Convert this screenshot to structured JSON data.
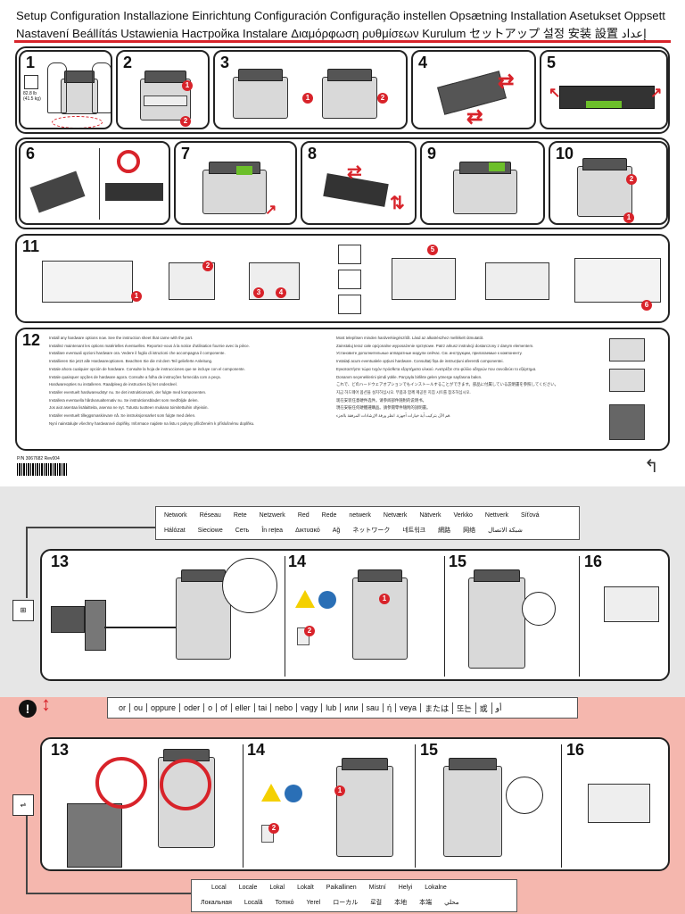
{
  "header": {
    "languages_line1": "Setup  Configuration  Installazione  Einrichtung  Configuración  Configuração  instellen  Opsætning  Installation  Asetukset  Oppsett",
    "languages_line2": "Nastavení  Beállítás  Ustawienia  Настройка  Instalare  Διαμόρφωση ρυθμίσεων  Kurulum  セットアップ  설정  安装  設置  إعداد"
  },
  "steps_top": [
    {
      "n": "1",
      "weight": "82.8 lb (41.5 kg)"
    },
    {
      "n": "2"
    },
    {
      "n": "3"
    },
    {
      "n": "4"
    },
    {
      "n": "5"
    },
    {
      "n": "6"
    },
    {
      "n": "7"
    },
    {
      "n": "8"
    },
    {
      "n": "9"
    },
    {
      "n": "10"
    },
    {
      "n": "11"
    },
    {
      "n": "12"
    }
  ],
  "step12_text_left": [
    "Install any hardware options now. See the instruction sheet that came with the part.",
    "Installez maintenant les options matérielles éventuelles. Reportez-vous à la notice d'utilisation fournie avec la pièce.",
    "Installare eventuali opzioni hardware ora. Vedere il foglio di istruzioni che accompagna il componente.",
    "Installieren Sie jetzt alle Hardwareoptionen. Beachten Sie die mit dem Teil gelieferte Anleitung.",
    "Instale ahora cualquier opción de hardware. Consulte la hoja de instrucciones que se incluye con el componente.",
    "Instale quaisquer opções de hardware agora. Consulte a folha de instruções fornecida com a peça.",
    "Hardwareopties nu installeren. Raadpleeg de instructies bij het onderdeel.",
    "Installer eventuelt hardwareudstyr nu. Se det instruktionsark, der fulgte med komponenten.",
    "Installera eventuella hårdvarualternativ nu. Se instruktionsbladet som medföljde delen.",
    "Jos aiot asentaa lisälaitteita, asenna ne nyt. Tutustu tuotteen mukana toimitettuihin ohjeisiin.",
    "Installer eventuelt tilleggsmaskinvare nå. Se instruksjonsarket som fulgte med delen.",
    "Nyní nainstalujte všechny hardwarové doplňky. Informace najdete na listu s pokyny přiloženém k příslušnému doplňku."
  ],
  "step12_text_right": [
    "Most telepítsen minden hardverkiegészítőt. Lásd az alkatrészhez mellékelt útmutatót.",
    "Zainstaluj teraz całe opcjonalne wyposażenie sprzętowe. Patrz arkusz instrukcji dostarczony z danym elementem.",
    "Установите дополнительные аппаратные модули сейчас. См. инструкции, прилагаемые к компоненту.",
    "Instalați acum eventualele opțiuni hardware. Consultați fișa de instrucțiuni aferentă componentei.",
    "Εγκαταστήστε τώρα τυχόν πρόσθετα εξαρτήματα υλικού. Ανατρέξτε στο φύλλο οδηγιών που συνοδεύει το εξάρτημα.",
    "Donanım seçeneklerini şimdi yükle. Parçayla birlikte gelen yönerge sayfasına bakın.",
    "これで、どのハードウェアオプションでもインストールすることができます。部品に付属している説明書を参照してください。",
    "지금 하드웨어 옵션을 설치하십시오. 부품과 함께 제공된 지침 시트를 참조하십시오.",
    "现在安装任意硬件选件。请参阅部件随附的说明书。",
    "現在安裝任何硬體選購品。請參閱零件隨附的說明書。",
    "قم الآن بتركيب أية خيارات أجهزة. انظر ورقة الإرشادات المرفقة بالجزء."
  ],
  "part_number": "P/N 3067682  Rev004",
  "network": {
    "line1": [
      "Network",
      "Réseau",
      "Rete",
      "Netzwerk",
      "Red",
      "Rede",
      "netwerk",
      "Netværk",
      "Nätverk",
      "Verkko",
      "Nettverk",
      "Síťová"
    ],
    "line2": [
      "Hálózat",
      "Sieciowe",
      "Сеть",
      "În rețea",
      "Δικτυακό",
      "Ağ",
      "ネットワーク",
      "네트워크",
      "網路",
      "网络",
      "شبكة الاتصال"
    ]
  },
  "steps_bottom_network": [
    "13",
    "14",
    "15",
    "16"
  ],
  "or_words": [
    "or",
    "ou",
    "oppure",
    "oder",
    "o",
    "of",
    "eller",
    "tai",
    "nebo",
    "vagy",
    "lub",
    "или",
    "sau",
    "ή",
    "veya",
    "または",
    "또는",
    "或",
    "أو"
  ],
  "steps_bottom_local": [
    "13",
    "14",
    "15",
    "16"
  ],
  "local": {
    "line1": [
      "Local",
      "Locale",
      "Lokal",
      "Lokalt",
      "Paikallinen",
      "Místní",
      "Helyi",
      "Lokalne"
    ],
    "line2": [
      "Локальная",
      "Locală",
      "Τοπικό",
      "Yerel",
      "ローカル",
      "로컬",
      "本地",
      "本端",
      "محلي"
    ]
  },
  "colors": {
    "accent_red": "#d8232a",
    "pink_band": "#f5b7ae",
    "gray_band": "#e6e6e6",
    "warning_yellow": "#f4d000",
    "info_blue": "#2a6fb6"
  }
}
